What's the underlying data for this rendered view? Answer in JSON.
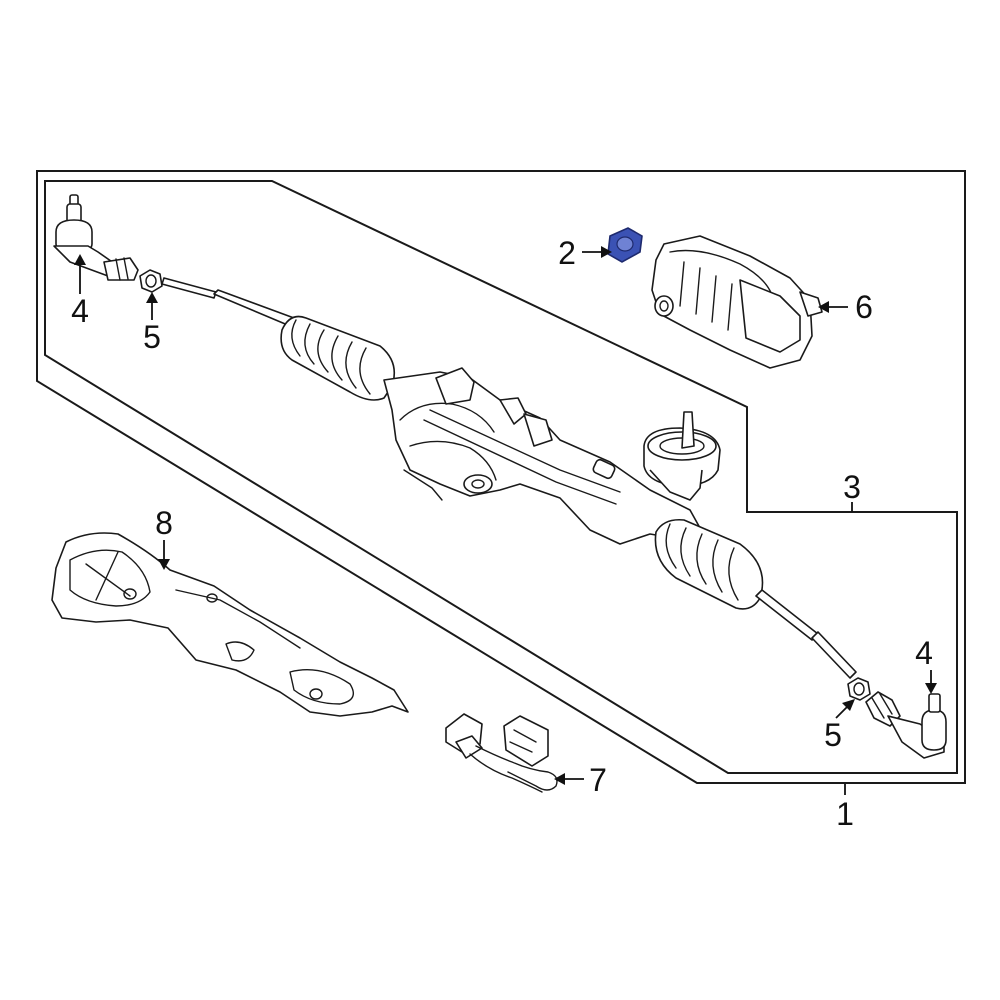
{
  "diagram": {
    "callouts": [
      {
        "id": "c1",
        "label": "1",
        "part": "steering-gear-assembly"
      },
      {
        "id": "c2",
        "label": "2",
        "part": "seal-ring",
        "highlight": true
      },
      {
        "id": "c3",
        "label": "3",
        "part": "steering-rack-and-pinion"
      },
      {
        "id": "c4a",
        "label": "4",
        "part": "outer-tie-rod-end-left"
      },
      {
        "id": "c4b",
        "label": "4",
        "part": "outer-tie-rod-end-right"
      },
      {
        "id": "c5a",
        "label": "5",
        "part": "jam-nut-left"
      },
      {
        "id": "c5b",
        "label": "5",
        "part": "jam-nut-right"
      },
      {
        "id": "c6",
        "label": "6",
        "part": "electric-assist-motor"
      },
      {
        "id": "c7",
        "label": "7",
        "part": "wiring-harness"
      },
      {
        "id": "c8",
        "label": "8",
        "part": "heat-shield"
      }
    ],
    "colors": {
      "line": "#1a1a1a",
      "background": "#ffffff",
      "highlight_fill": "#3b52b4",
      "highlight_stroke": "#1e2a6e"
    }
  }
}
